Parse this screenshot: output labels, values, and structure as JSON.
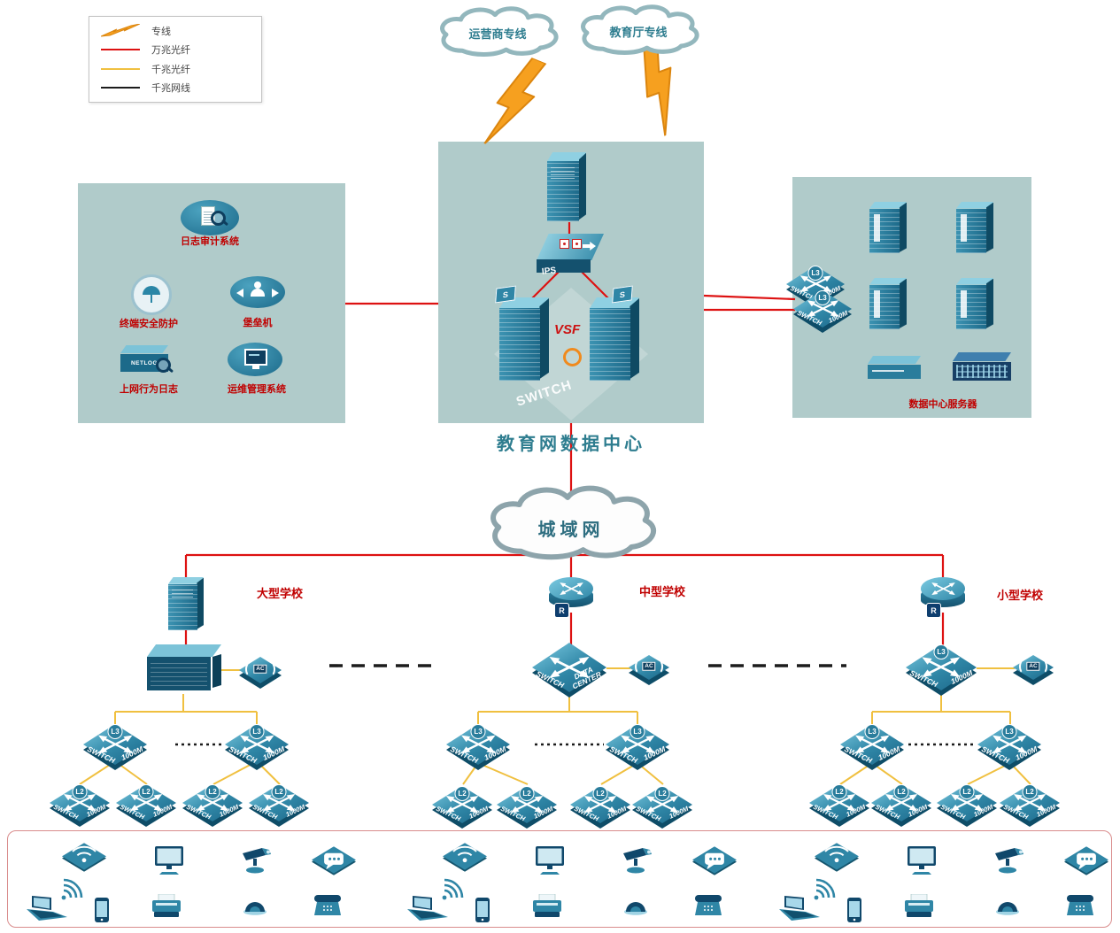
{
  "colors": {
    "fiber_10g": "#dd1111",
    "fiber_1g": "#f0c040",
    "cable": "#1c1c1c",
    "zone_bg": "#b0cbca",
    "accent_red": "#c00000",
    "device_teal": "#2f86a6",
    "title_teal": "#2e7d8f",
    "bolt_orange": "#f6a01f"
  },
  "legend": {
    "items": [
      {
        "icon": "lightning",
        "label": "专线"
      },
      {
        "icon": "red-line",
        "label": "万兆光纤"
      },
      {
        "icon": "yellow-line",
        "label": "千兆光纤"
      },
      {
        "icon": "black-line",
        "label": "千兆网线"
      }
    ]
  },
  "clouds": {
    "carrier": "运营商专线",
    "education": "教育厅专线",
    "man": "城域网"
  },
  "datacenter": {
    "title": "教育网数据中心",
    "ips": "IPS",
    "vsf": "VSF",
    "switch_text": "SWITCH",
    "s_flag": "S"
  },
  "security_zone": {
    "labels": [
      "日志审计系统",
      "终端安全防护",
      "堡垒机",
      "上网行为日志",
      "运维管理系统"
    ],
    "netlog": "NETLOG"
  },
  "server_zone": {
    "caption": "数据中心服务器"
  },
  "schools": {
    "large": "大型学校",
    "medium": "中型学校",
    "small": "小型学校"
  },
  "device": {
    "l3": "L3",
    "l2": "L2",
    "sw": "SWITCH",
    "m1000": "1000M",
    "ac": "AC",
    "r": "R",
    "dc_top": "SWITCH",
    "dc_bottom": "DATA CENTER"
  }
}
